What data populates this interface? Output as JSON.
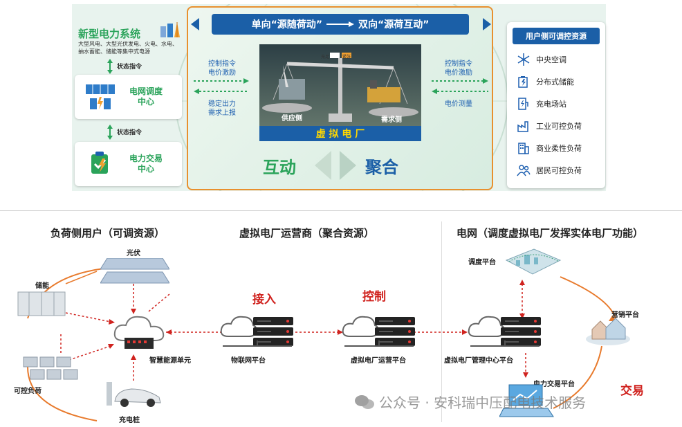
{
  "top": {
    "left_title": "新型电力系统",
    "left_desc": "大型风电、大型光伏发电、火电、水电、抽水蓄能、储能等集中式电源",
    "arrow_label_1": "状态指令",
    "dispatch_center": "电网调度\n中心",
    "arrow_label_2": "状态指令",
    "trading_center": "电力交易\n中心",
    "banner_left": "单向“源随荷动”",
    "banner_right": "双向“源荷互动”",
    "left_signals": "控制指令\n电价激励",
    "left_feedback": "稳定出力\n需求上报",
    "right_signals": "控制指令\n电价激励",
    "right_feedback": "电价测量",
    "scale_left_tag": "充足",
    "scale_right_tag": "紧张",
    "supply_side": "供应侧",
    "demand_side": "需求侧",
    "vpp_label": "虚 拟 电 厂",
    "interact_text": "互动",
    "aggregate_text": "聚合",
    "resource_header": "用户侧可调控资源",
    "resources": [
      {
        "label": "中央空调",
        "icon": "snowflake-icon"
      },
      {
        "label": "分布式储能",
        "icon": "battery-storage-icon"
      },
      {
        "label": "充电场站",
        "icon": "charging-station-icon"
      },
      {
        "label": "工业可控负荷",
        "icon": "factory-icon"
      },
      {
        "label": "商业柔性负荷",
        "icon": "building-icon"
      },
      {
        "label": "居民可控负荷",
        "icon": "people-icon"
      }
    ]
  },
  "bottom": {
    "section_load": "负荷侧用户（可调资源）",
    "section_operator": "虚拟电厂运营商（聚合资源）",
    "section_grid": "电网（调度虚拟电厂发挥实体电厂功能）",
    "pv": "光伏",
    "storage": "储能",
    "controllable_load": "可控负荷",
    "charging_pile": "充电桩",
    "smart_unit": "智慧能源单元",
    "access": "接入",
    "control": "控制",
    "trade": "交易",
    "iot_platform": "物联网平台",
    "vpp_operation_platform": "虚拟电厂运营平台",
    "vpp_mgmt_platform": "虚拟电厂管理中心平台",
    "dispatch_platform": "调度平台",
    "marketing_platform": "营销平台",
    "power_trading_platform": "电力交易平台",
    "watermark": "公众号 · 安科瑞中压配电技术服务"
  }
}
